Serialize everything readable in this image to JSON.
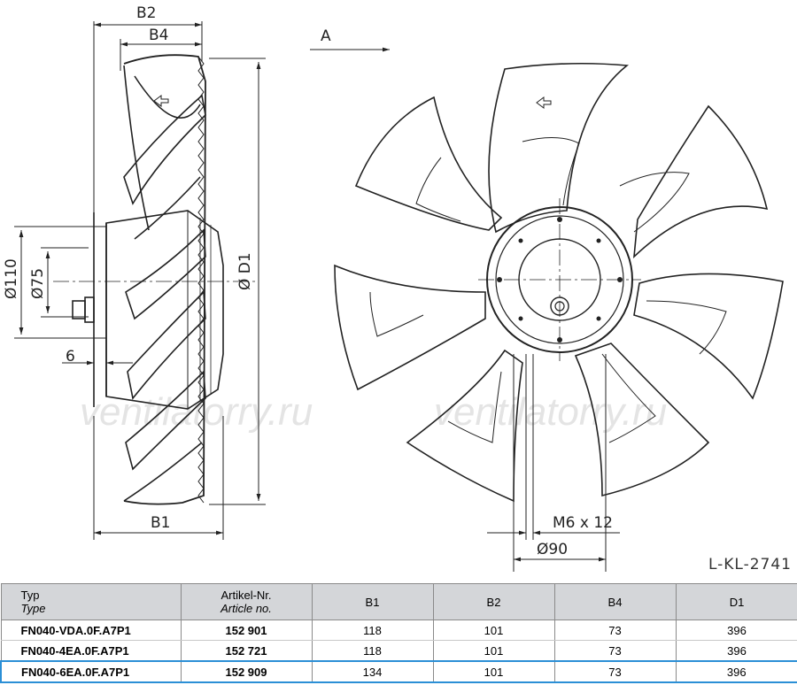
{
  "drawing": {
    "labels": {
      "b2": "B2",
      "b4": "B4",
      "b1": "B1",
      "d1": "Ø D1",
      "d110": "Ø110",
      "d75": "Ø75",
      "six": "6",
      "view": "A",
      "thread": "M6 x 12",
      "d90": "Ø90"
    },
    "watermark": [
      "ventilatorry.ru",
      "ventilatorry.ru"
    ],
    "code": "L-KL-2741"
  },
  "table": {
    "header": {
      "typ": "Typ",
      "typ_sub": "Type",
      "art": "Artikel-Nr.",
      "art_sub": "Article no.",
      "b1": "B1",
      "b2": "B2",
      "b4": "B4",
      "d1": "D1"
    },
    "rows": [
      {
        "typ": "FN040-VDA.0F.A7P1",
        "art": "152 901",
        "b1": "118",
        "b2": "101",
        "b4": "73",
        "d1": "396"
      },
      {
        "typ": "FN040-4EA.0F.A7P1",
        "art": "152 721",
        "b1": "118",
        "b2": "101",
        "b4": "73",
        "d1": "396"
      },
      {
        "typ": "FN040-6EA.0F.A7P1",
        "art": "152 909",
        "b1": "134",
        "b2": "101",
        "b4": "73",
        "d1": "396"
      }
    ],
    "selected_row": 2,
    "highlight_color": "#2b8fd6"
  }
}
